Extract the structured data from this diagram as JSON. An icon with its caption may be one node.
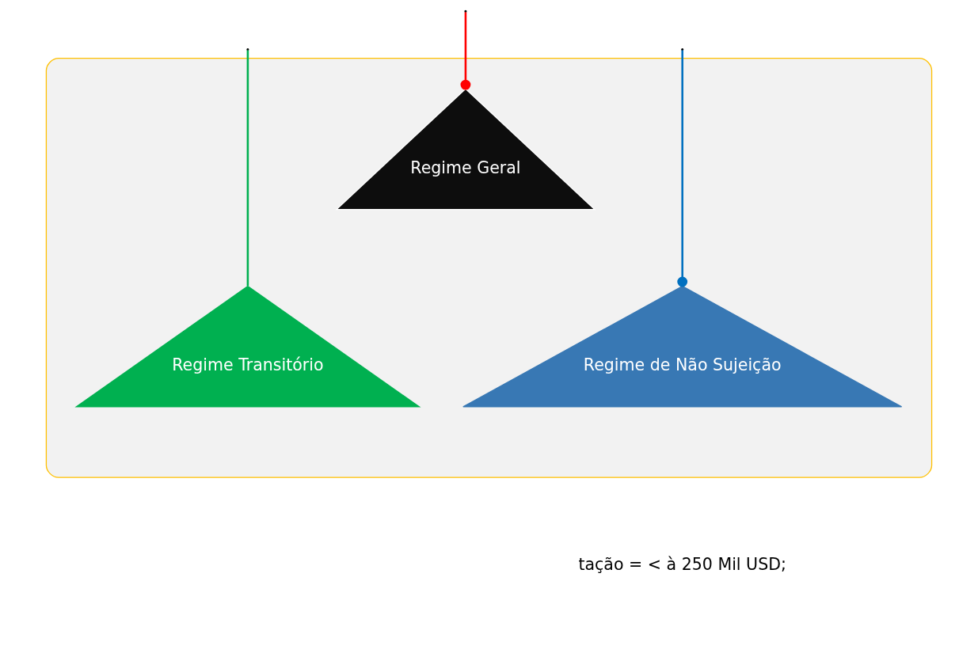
{
  "diagram": {
    "nodes": [
      {
        "text": [],
        "shape": "ellipse"
      },
      {
        "text": [
          "Regime Geral"
        ],
        "in": 0
      },
      {
        "text": [
          "Regime de Não Sujeição"
        ],
        "in": 0
      },
      {
        "text": [
          "Regime Transitório"
        ],
        "in": 0
      }
    ],
    "edges": [
      {
        "from": null,
        "to": 1,
        "arrow": "other",
        "color": "#ff0000"
      },
      {
        "from": null,
        "to": 3,
        "arrow": "none",
        "color": "#00b050"
      },
      {
        "from": null,
        "to": 2,
        "arrow": "other",
        "color": "#0070c0"
      }
    ],
    "labels": [
      "tação = < à 250 Mil USD;"
    ]
  }
}
